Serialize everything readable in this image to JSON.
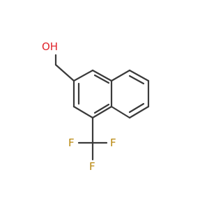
{
  "molecule": {
    "atoms": [
      {
        "id": "O",
        "label": "OH",
        "color": "#e0242b"
      },
      {
        "id": "F1",
        "label": "F",
        "color": "#b8860b"
      },
      {
        "id": "F2",
        "label": "F",
        "color": "#b8860b"
      },
      {
        "id": "F3",
        "label": "F",
        "color": "#b8860b"
      }
    ],
    "bond_color": "#3a3a3a"
  }
}
